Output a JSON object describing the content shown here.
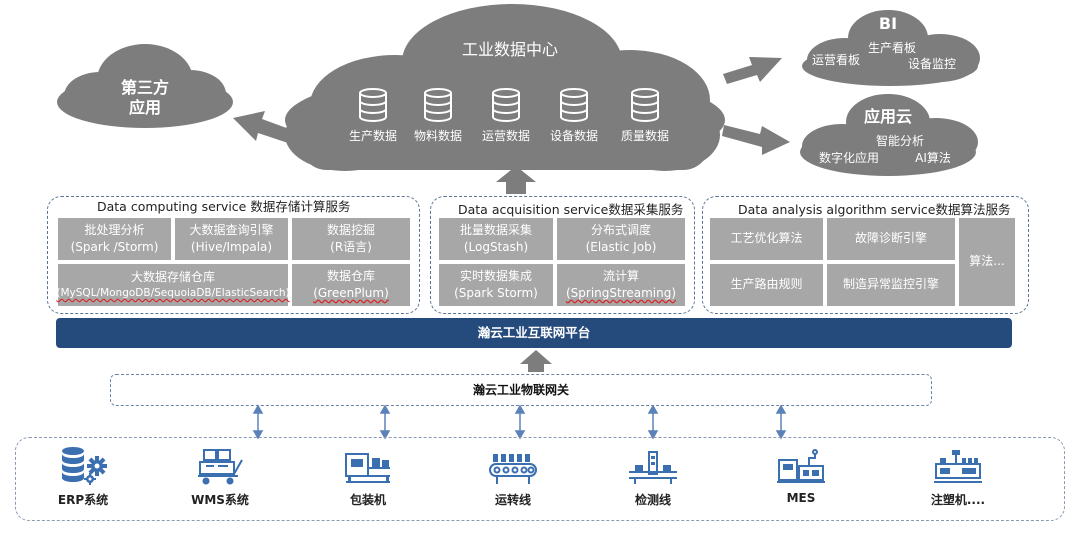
{
  "center_cloud": {
    "title": "工业数据中心",
    "databases": [
      "生产数据",
      "物料数据",
      "运营数据",
      "设备数据",
      "质量数据"
    ]
  },
  "left_cloud": {
    "line1": "第三方",
    "line2": "应用"
  },
  "bi_cloud": {
    "title": "BI",
    "items": [
      "运营看板",
      "生产看板",
      "设备监控"
    ]
  },
  "app_cloud": {
    "title": "应用云",
    "items": [
      "智能分析",
      "数字化应用",
      "AI算法"
    ]
  },
  "panels": {
    "computing": {
      "title": "Data computing service 数据存储计算服务",
      "cells": [
        {
          "main": "批处理分析",
          "sub": "(Spark /Storm)"
        },
        {
          "main": "大数据查询引擎",
          "sub": "(Hive/Impala)"
        },
        {
          "main": "数据挖掘",
          "sub": "(R语言)"
        },
        {
          "main": "大数据存储仓库",
          "sub": "(MySQL/MongoDB/SequoiaDB/ElasticSearch)"
        },
        {
          "main": "数据仓库",
          "sub": "(GreenPlum)"
        }
      ]
    },
    "acquisition": {
      "title": "Data acquisition service数据采集服务",
      "cells": [
        {
          "main": "批量数据采集",
          "sub": "(LogStash)"
        },
        {
          "main": "分布式调度",
          "sub": "(Elastic Job)"
        },
        {
          "main": "实时数据集成",
          "sub": "(Spark Storm)"
        },
        {
          "main": "流计算",
          "sub": "(SpringStreaming)"
        }
      ]
    },
    "analysis": {
      "title": "Data analysis algorithm service数据算法服务",
      "cells": [
        "工艺优化算法",
        "故障诊断引擎",
        "生产路由规则",
        "制造异常监控引擎",
        "算法..."
      ]
    }
  },
  "platform": "瀚云工业互联网平台",
  "gateway": "瀚云工业物联网关",
  "devices": [
    "ERP系统",
    "WMS系统",
    "包装机",
    "运转线",
    "检测线",
    "MES",
    "注塑机...."
  ],
  "colors": {
    "cloud": "#7d7d7d",
    "cell": "#a7a7a7",
    "platform": "#254a7c",
    "connector": "#5b82b8",
    "icon": "#3a6fb0"
  }
}
